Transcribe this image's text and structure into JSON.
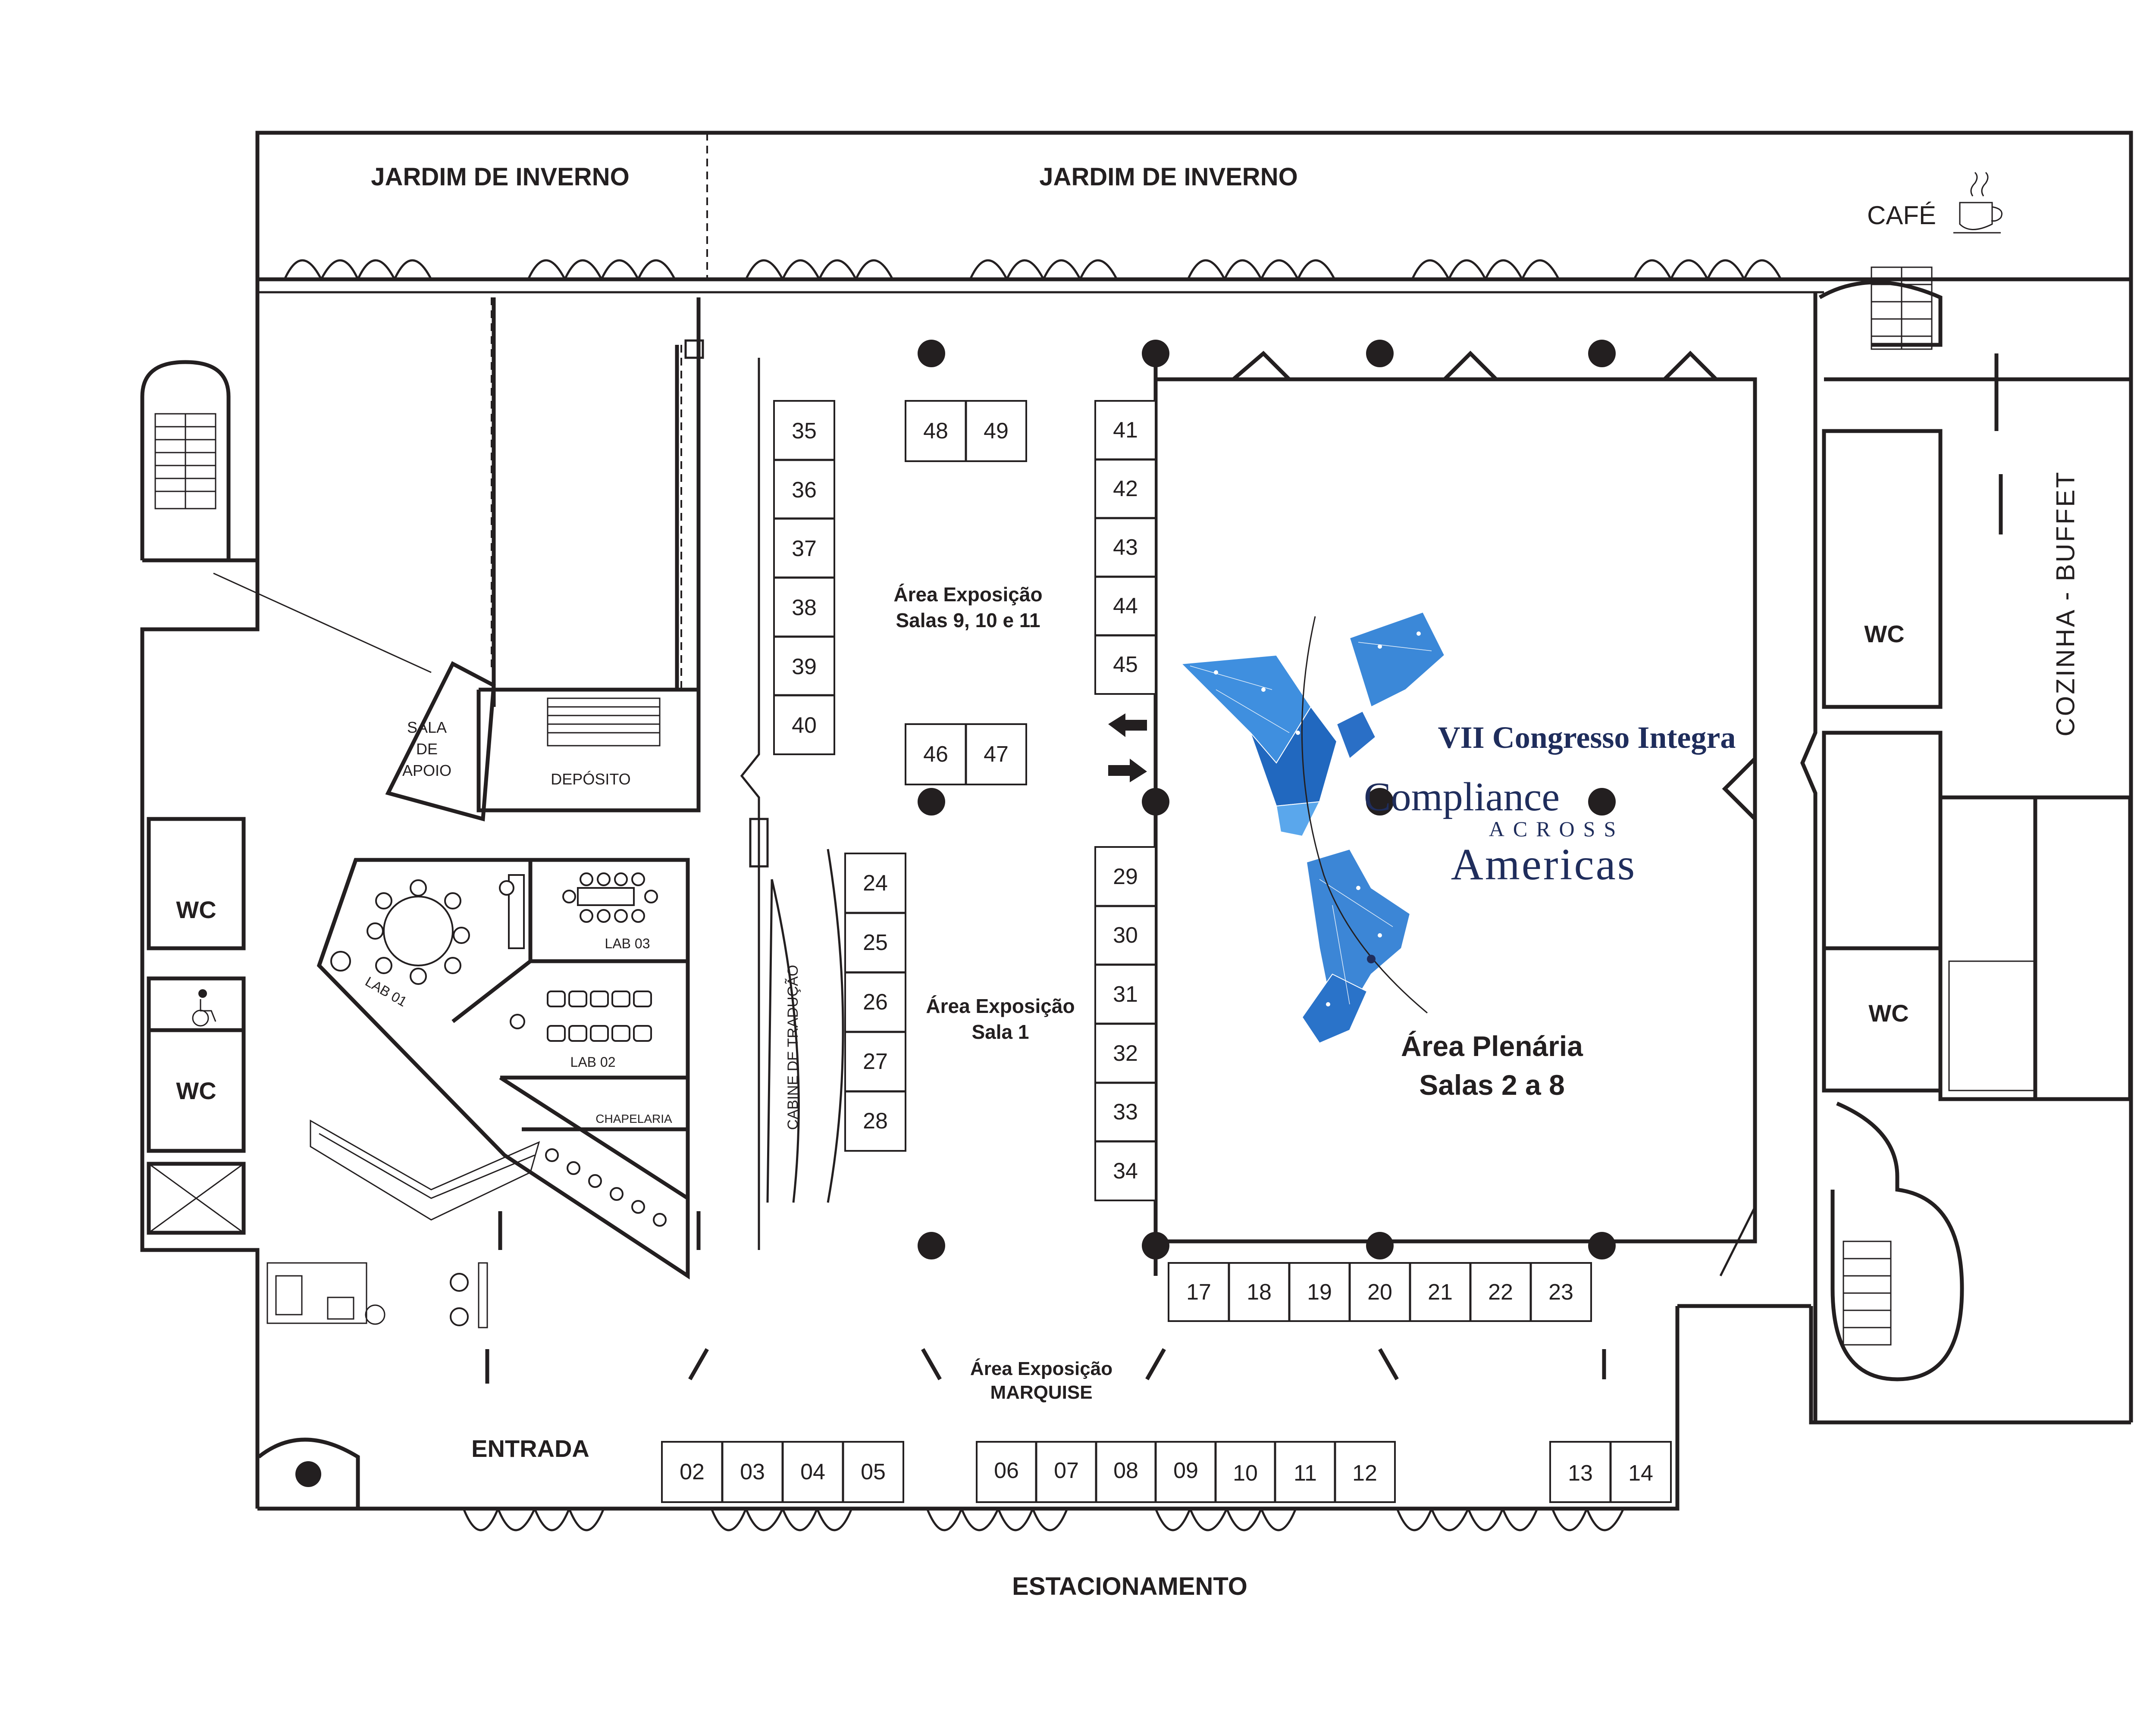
{
  "labels": {
    "garden_left": "JARDIM DE INVERNO",
    "garden_right": "JARDIM DE INVERNO",
    "cafe": "CAFÉ",
    "kitchen": "COZINHA - BUFFET",
    "support_room": [
      "SALA",
      "DE",
      "APOIO"
    ],
    "storage": "DEPÓSITO",
    "lab01": "LAB 01",
    "lab02": "LAB 02",
    "lab03": "LAB 03",
    "cloakroom": "CHAPELARIA",
    "translation_booth": "CABINE DE TRADUÇÃO",
    "wc": "WC",
    "entrance": "ENTRADA",
    "parking": "ESTACIONAMENTO"
  },
  "areas": {
    "expo_upper": [
      "Área Exposição",
      "Salas 9, 10 e 11"
    ],
    "expo_sala1": [
      "Área Exposição",
      "Sala 1"
    ],
    "expo_marquise": [
      "Área Exposição",
      "MARQUISE"
    ],
    "plenary": [
      "Área Plenária",
      "Salas 2 a 8"
    ]
  },
  "event_logo": {
    "line1": "VII Congresso Integra",
    "line2": "Compliance",
    "line3": "ACROSS",
    "line4": "Americas",
    "color": "#1f2d5c",
    "accent": "#1e72c8"
  },
  "booths": {
    "col_35_40": [
      "35",
      "36",
      "37",
      "38",
      "39",
      "40"
    ],
    "pair_48_49": [
      "48",
      "49"
    ],
    "col_41_45": [
      "41",
      "42",
      "43",
      "44",
      "45"
    ],
    "pair_46_47": [
      "46",
      "47"
    ],
    "col_24_28": [
      "24",
      "25",
      "26",
      "27",
      "28"
    ],
    "col_29_34": [
      "29",
      "30",
      "31",
      "32",
      "33",
      "34"
    ],
    "row_17_23": [
      "17",
      "18",
      "19",
      "20",
      "21",
      "22",
      "23"
    ],
    "row_02_05": [
      "02",
      "03",
      "04",
      "05"
    ],
    "row_06_12": [
      "06",
      "07",
      "08",
      "09",
      "10",
      "11",
      "12"
    ],
    "row_13_14": [
      "13",
      "14"
    ]
  },
  "icons": [
    "coffee-cup-icon",
    "accessible-icon",
    "direction-arrow-icon"
  ]
}
